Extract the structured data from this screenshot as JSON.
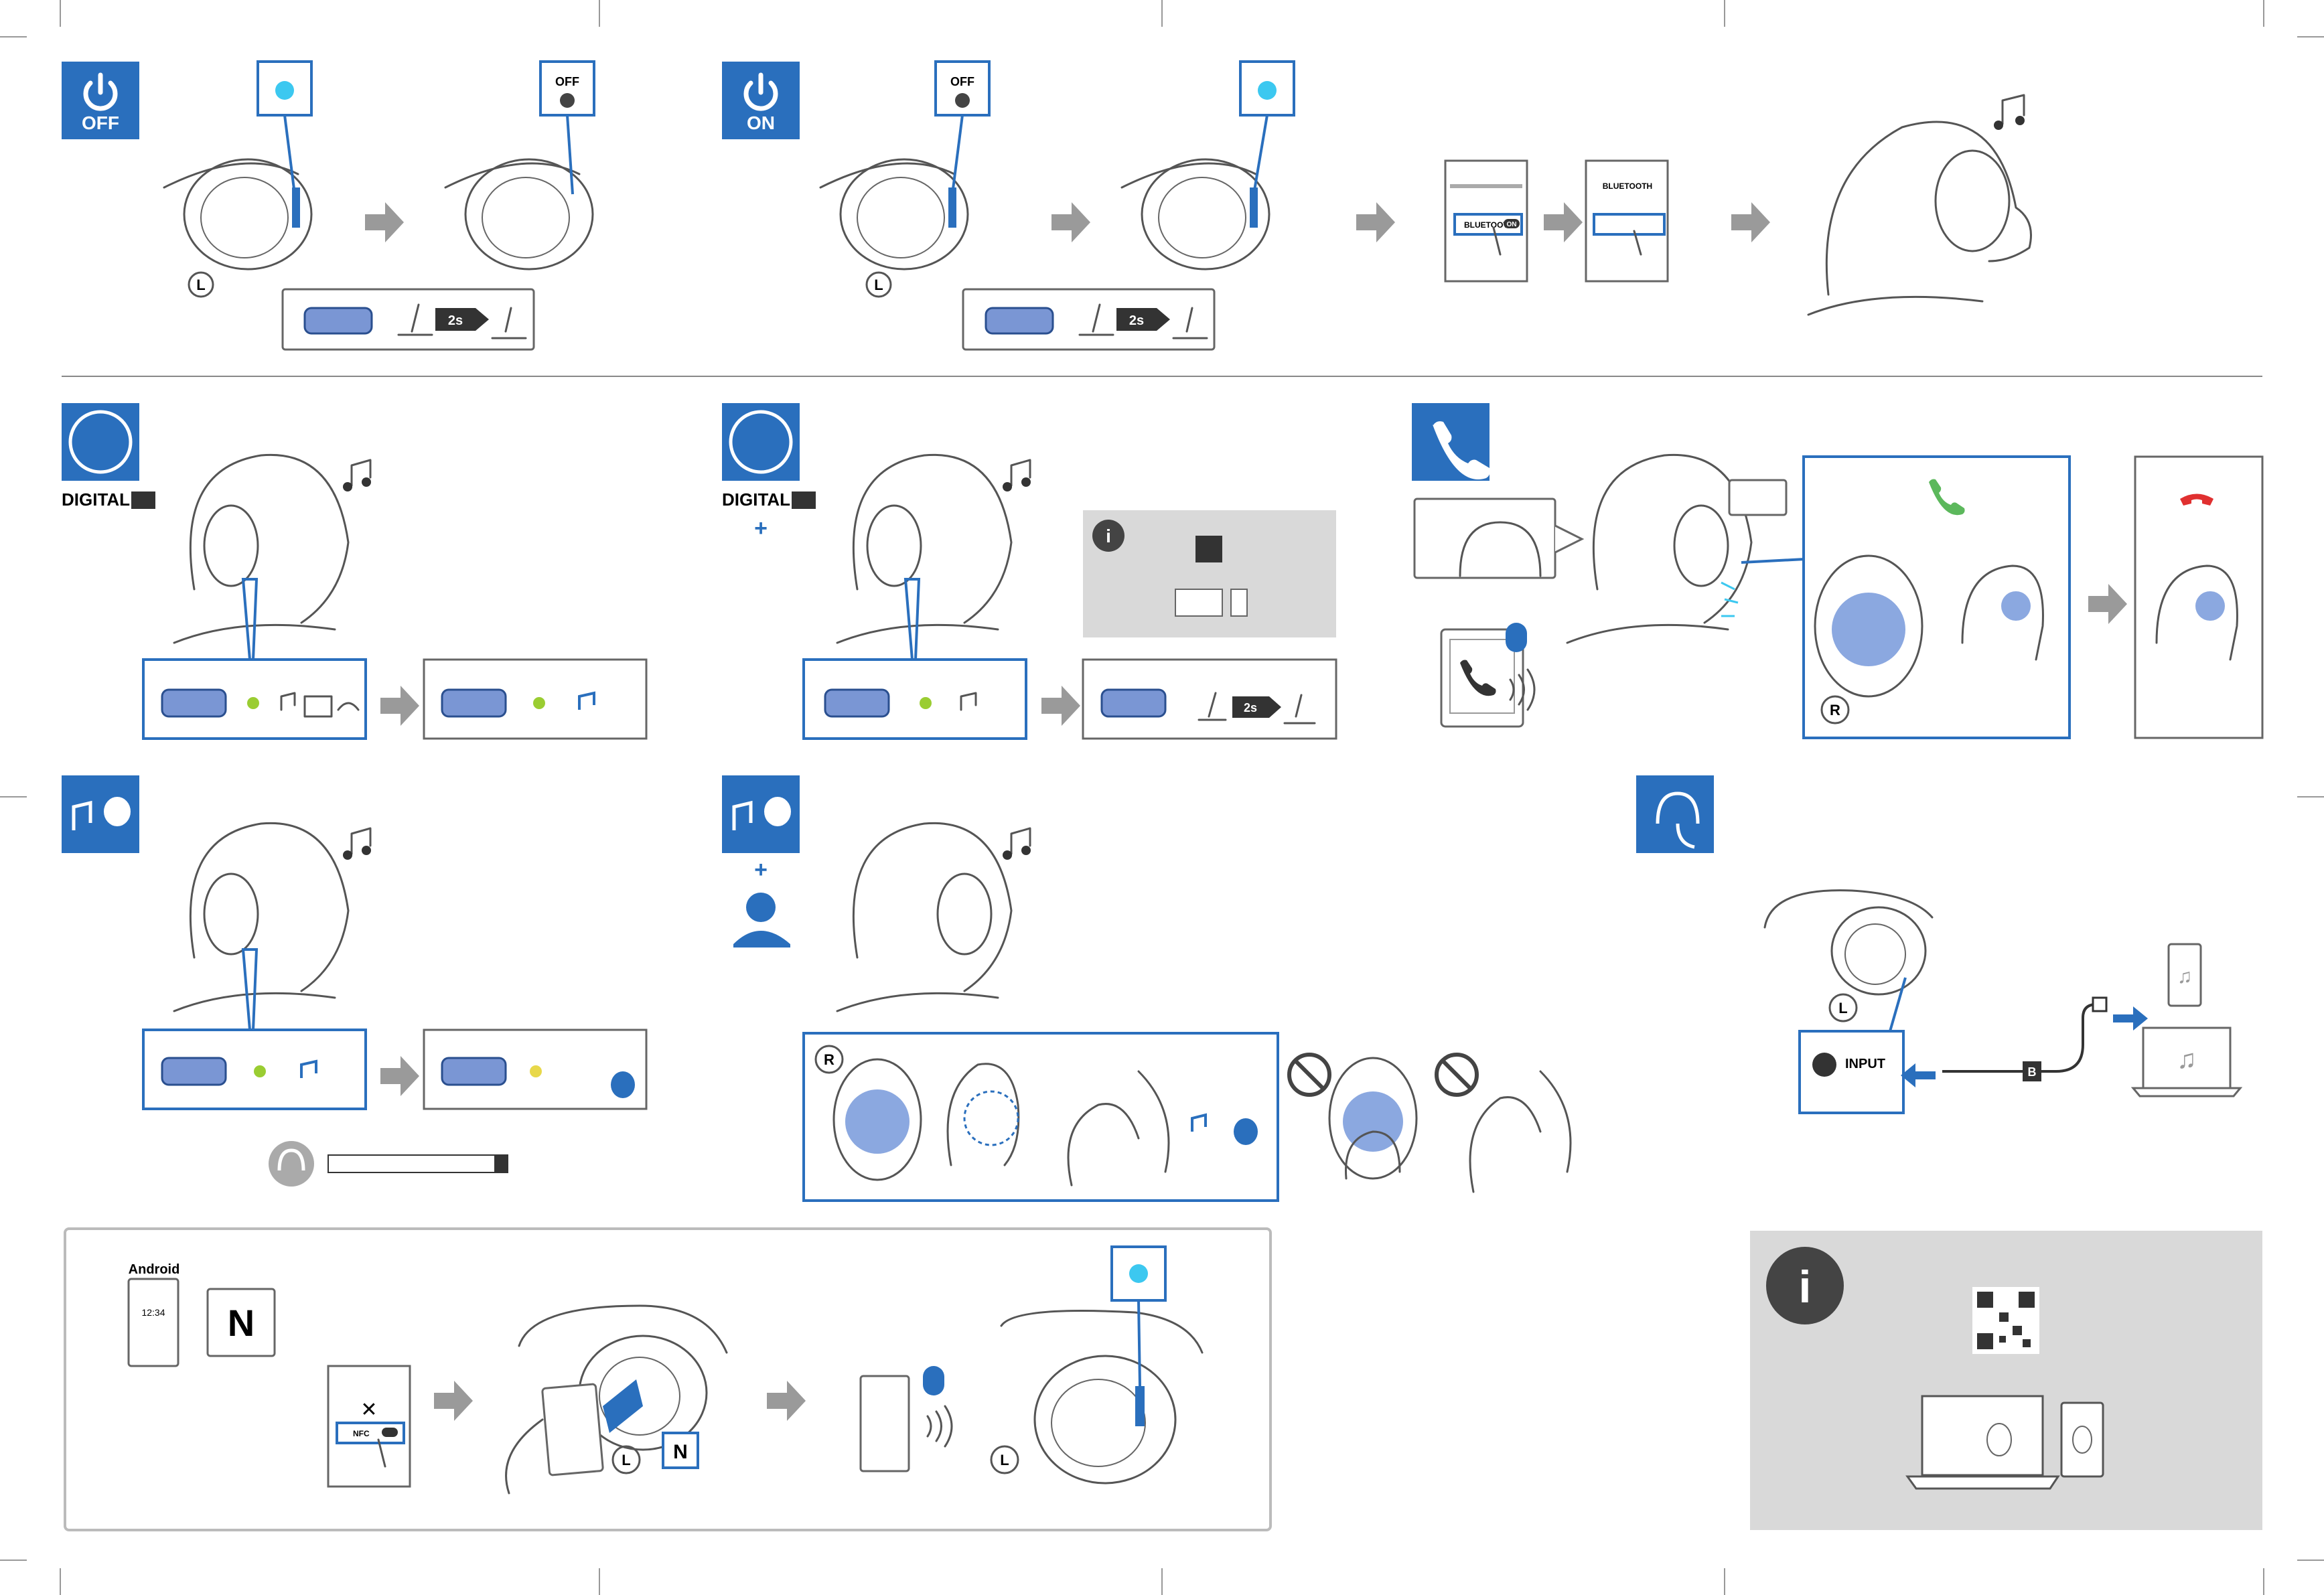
{
  "power_off": {
    "badge": "OFF",
    "indicator": "OFF",
    "timer": "2s",
    "side": "L"
  },
  "power_on": {
    "badge": "ON",
    "indicator": "OFF",
    "timer": "2s",
    "side": "L"
  },
  "bluetooth_screen": {
    "menu_label": "BLUETOOTH",
    "toggle_label": "ON",
    "title_label": "BLUETOOTH"
  },
  "nc_section": {
    "digital_label": "DIGITAL",
    "plus": "+",
    "timer": "2s"
  },
  "call_section": {
    "side": "R"
  },
  "ambient_section": {
    "plus": "+",
    "side": "R"
  },
  "cable_section": {
    "input_label": "INPUT",
    "cable_tag": "B",
    "side": "L"
  },
  "nfc_section": {
    "os_label": "Android",
    "clock": "12:34",
    "nfc_label": "NFC",
    "side": "L"
  },
  "info_section": {},
  "colors": {
    "accent": "#2a6fbd",
    "panel_grey": "#d9d9d9",
    "led_blue": "#3cc8f0",
    "led_green": "#9acd32",
    "call_green": "#5cb85c",
    "call_red": "#e03030"
  }
}
